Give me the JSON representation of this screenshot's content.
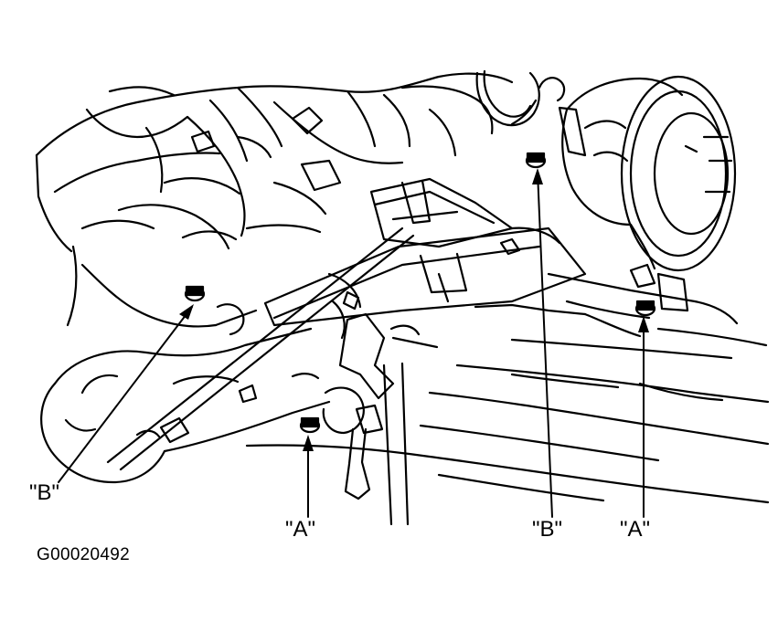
{
  "figure": {
    "figure_id": "G00020492",
    "callouts": {
      "b_left": "\"B\"",
      "a_left": "\"A\"",
      "b_right": "\"B\"",
      "a_right": "\"A\""
    }
  },
  "colors": {
    "line": "#000000",
    "background": "#ffffff"
  }
}
